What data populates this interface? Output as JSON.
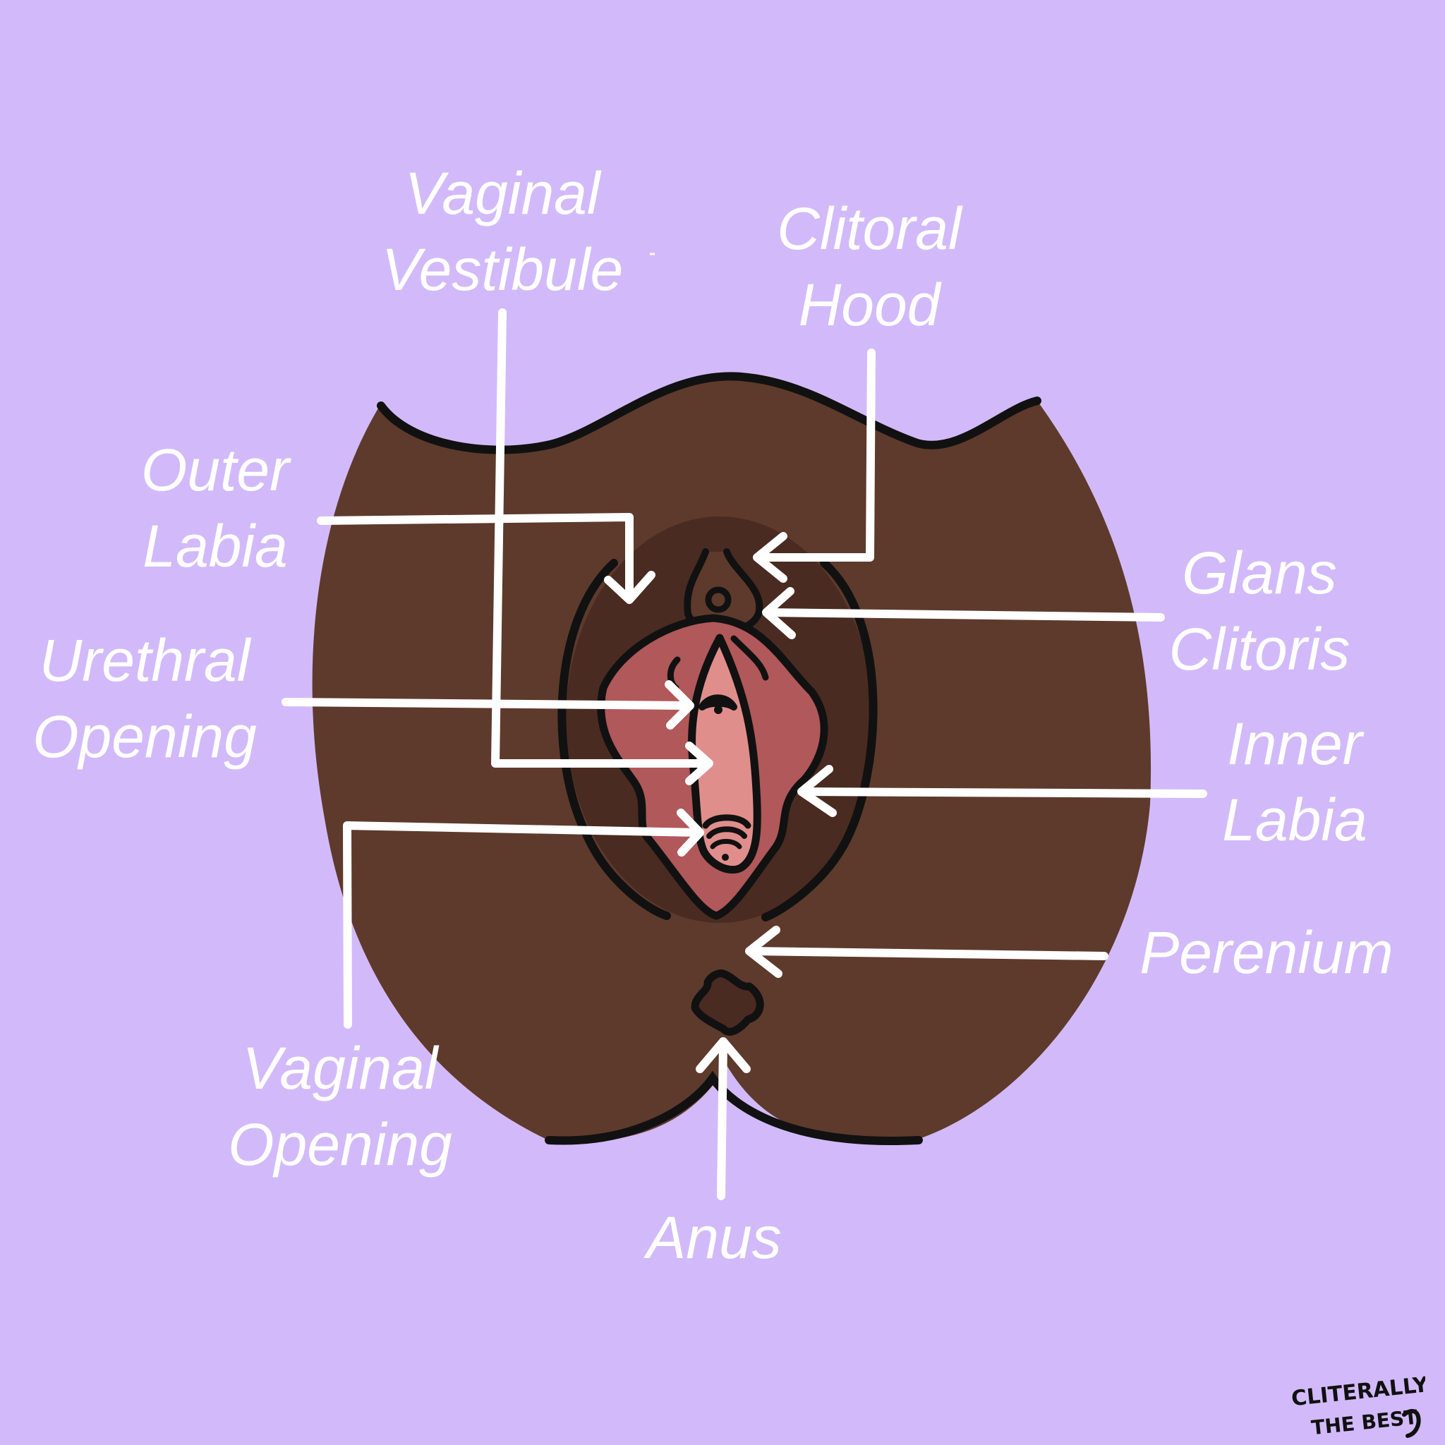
{
  "colors": {
    "background": "#d2bafa",
    "skin": "#5e3a2c",
    "skin_inner": "#4a2b21",
    "inner_labia": "#b0585a",
    "vestibule": "#e08e8c",
    "hood": "#5e3a2c",
    "outline": "#111111",
    "label": "#ffffff"
  },
  "labels": {
    "vaginal_vestibule": [
      "Vaginal",
      "Vestibule"
    ],
    "clitoral_hood": [
      "Clitoral",
      "Hood"
    ],
    "outer_labia": [
      "Outer",
      "Labia"
    ],
    "glans_clitoris": [
      "Glans",
      "Clitoris"
    ],
    "urethral_opening": [
      "Urethral",
      "Opening"
    ],
    "inner_labia": [
      "Inner",
      "Labia"
    ],
    "perenium": [
      "Perenium"
    ],
    "vaginal_opening": [
      "Vaginal",
      "Opening"
    ],
    "anus": [
      "Anus"
    ]
  },
  "brand": {
    "logo_text": [
      "CLITERALLY",
      "THE BEST"
    ]
  }
}
